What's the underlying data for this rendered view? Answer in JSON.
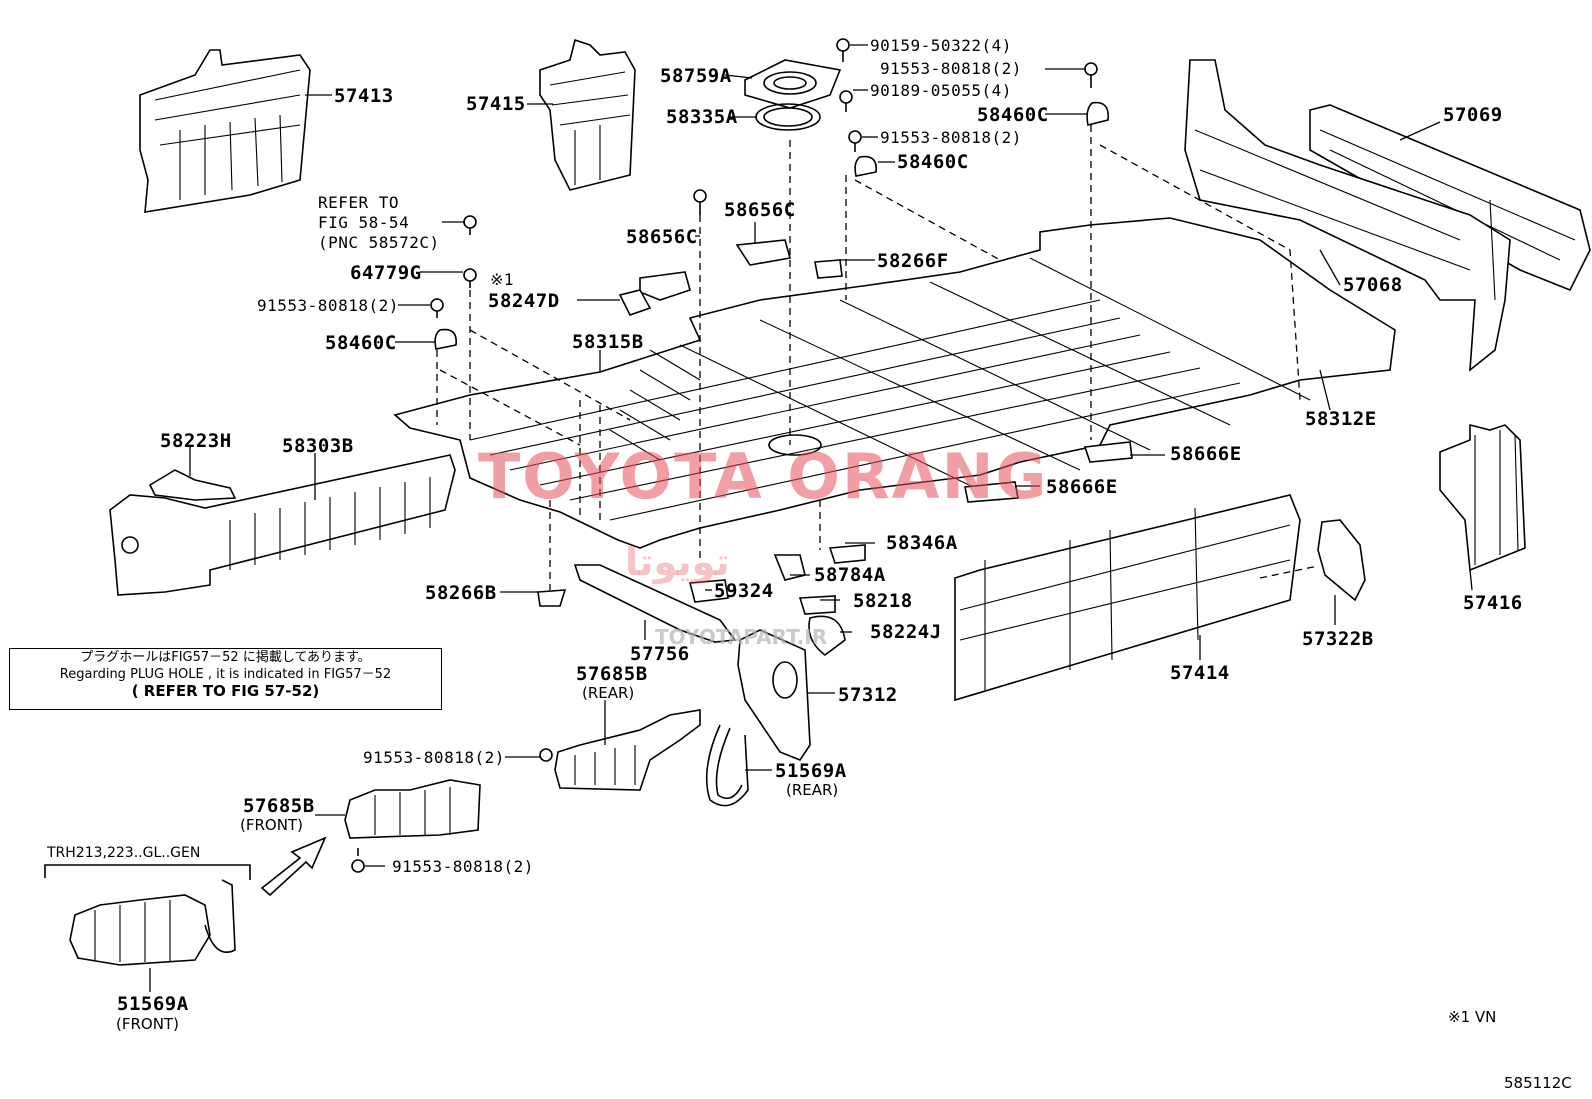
{
  "part_labels": {
    "p57413": "57413",
    "p57415": "57415",
    "p58759A": "58759A",
    "p58335A": "58335A",
    "b90159": "90159-50322(4)",
    "b91553_top": "91553-80818(2)",
    "b90189": "90189-05055(4)",
    "p58460C_top": "58460C",
    "b91553_mid": "91553-80818(2)",
    "p58460C_mid": "58460C",
    "p57069": "57069",
    "p57068": "57068",
    "p58656C_a": "58656C",
    "p58656C_b": "58656C",
    "p58266F": "58266F",
    "p64779G": "64779G",
    "p58247D": "58247D",
    "b91553_left": "91553-80818(2)",
    "p58460C_left": "58460C",
    "p58315B": "58315B",
    "p58312E": "58312E",
    "p58223H": "58223H",
    "p58303B": "58303B",
    "p58666E_a": "58666E",
    "p58666E_b": "58666E",
    "p57416": "57416",
    "p58346A": "58346A",
    "p58784A": "58784A",
    "p58266B": "58266B",
    "p59324": "59324",
    "p58218": "58218",
    "p58224J": "58224J",
    "p57756": "57756",
    "p57312": "57312",
    "p57414": "57414",
    "p57322B": "57322B",
    "p57685B_rear": "57685B",
    "b91553_lower": "91553-80818(2)",
    "p51569A_rear": "51569A",
    "p57685B_front": "57685B",
    "b91553_bottom": "91553-80818(2)",
    "p51569A_front": "51569A"
  },
  "sub_labels": {
    "rear1": "(REAR)",
    "rear2": "(REAR)",
    "front1": "(FRONT)",
    "front2": "(FRONT)"
  },
  "refer": {
    "line1": "REFER TO",
    "line2": "FIG 58-54",
    "line3": "(PNC 58572C)"
  },
  "footnote_mark": "※1",
  "note_box": {
    "jp": "プラグホールはFIG57－52 に掲載してあります。",
    "en": "Regarding PLUG HOLE , it is indicated in FIG57－52",
    "refer": "( REFER TO FIG 57-52)"
  },
  "model_code": "TRH213,223..GL..GEN",
  "legend": "※1 VN",
  "figure_code": "585112C",
  "watermark": {
    "main": "TOYOTA ORANG",
    "persian": "تویوتا",
    "site": "TOYOTAPART.IR"
  }
}
